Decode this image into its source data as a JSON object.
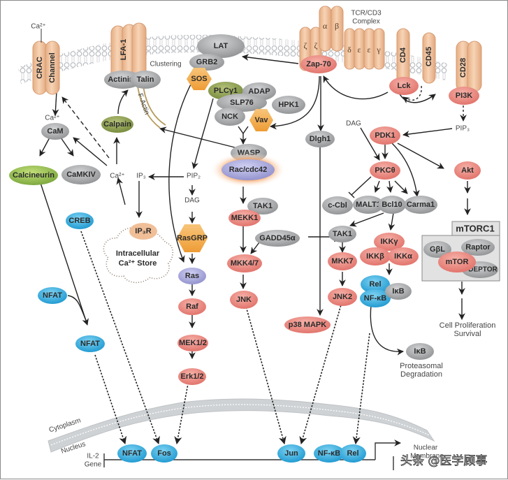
{
  "title": "T Cell Receptor Signaling Pathway",
  "colors": {
    "kinase_red": "#ec8a80",
    "adaptor_gray": "#a9abad",
    "transcription_blue": "#3fb4e2",
    "green": "#8db848",
    "olive": "#8a9a4c",
    "orange_hex": "#f3ac50",
    "gtpase_purple": "#a6a6dc",
    "receptor_tan": "#efc39e",
    "membrane_gray": "#c8cbcf"
  },
  "labels": {
    "ca_top": "Ca²⁺",
    "crac1": "CRAC",
    "crac2": "Channel",
    "lfa1": "LFA-1",
    "actinin": "Actinin",
    "talin": "Talin",
    "clustering": "Clustering",
    "factin": "F-Actin",
    "lat": "LAT",
    "grb2": "GRB2",
    "sos": "SOS",
    "plcg1": "PLCγ1",
    "adap": "ADAP",
    "slp76": "SLP76",
    "hpk1": "HPK1",
    "nck": "NCK",
    "vav": "Vav",
    "wasp": "WASP",
    "raccdc42": "Rac/cdc42",
    "tcr_title1": "TCR/CD3",
    "tcr_title2": "Complex",
    "zeta": "ζ",
    "alpha": "α",
    "beta": "β",
    "delta": "δ",
    "epsilon": "ε",
    "gamma": "γ",
    "zap70": "Zap-70",
    "cd4": "CD4",
    "cd45": "CD45",
    "cd28": "CD28",
    "lck": "Lck",
    "pi3k": "PI3K",
    "pip3": "PIP₃",
    "dag_right": "DAG",
    "pdk1": "PDK1",
    "pkctheta": "PKCθ",
    "akt": "Akt",
    "dlgh1": "Dlgh1",
    "ccbl": "c-Cbl",
    "malt1": "MALT1",
    "bcl10": "Bcl10",
    "carma1": "Carma1",
    "tak1_right": "TAK1",
    "mkk7": "MKK7",
    "jnk2": "JNK2",
    "ikkg": "IKKγ",
    "ikkb": "IKKβ",
    "ikka": "IKKα",
    "rel": "Rel",
    "nfkb": "NF-κB",
    "ikb": "IκB",
    "mtorc1": "mTORC1",
    "gbl": "GβL",
    "raptor": "Raptor",
    "mtor": "mTOR",
    "deptor": "DEPTOR",
    "cell_prolif1": "Cell Proliferation",
    "cell_prolif2": "Survival",
    "ikb_deg": "IκB",
    "proteasomal1": "Proteasomal",
    "proteasomal2": "Degradation",
    "ca_cam": "Ca²⁺",
    "cam": "CaM",
    "calpain": "Calpain",
    "calcineurin": "Calcineurin",
    "camkiv": "CaMKIV",
    "ca_mid": "Ca²⁺",
    "ip3": "IP₃",
    "pip2": "PIP₂",
    "dag_mid": "DAG",
    "creb": "CREB",
    "ip3r": "IP₃R",
    "store1": "Intracellular",
    "store2": "Ca²⁺ Store",
    "rasgrp": "RasGRP",
    "ras": "Ras",
    "raf": "Raf",
    "mek12": "MEK1/2",
    "erk12": "Erk1/2",
    "tak1_mid": "TAK1",
    "mekk1": "MEKK1",
    "gadd45": "GADD45α",
    "mkk47": "MKK4/7",
    "jnk": "JNK",
    "p38": "p38 MAPK",
    "nfat_cyto": "NFAT",
    "nfat_mid": "NFAT",
    "cytoplasm": "Cytoplasm",
    "nucleus": "Nucleus",
    "il2_1": "IL-2",
    "il2_2": "Gene",
    "nfat_nuc": "NFAT",
    "fos_nuc": "Fos",
    "jun_nuc": "Jun",
    "nfkb_nuc": "NF-κB",
    "rel_nuc": "Rel",
    "nuclear1": "Nuclear",
    "nuclear2": "Membrane",
    "watermark": "头条 @医学顾事"
  }
}
